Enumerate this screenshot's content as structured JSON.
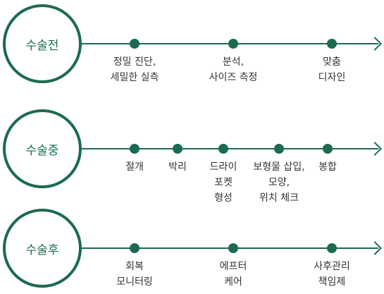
{
  "rows": [
    {
      "title": "수술전",
      "steps": [
        [
          "정밀 진단,",
          "세밀한 실측"
        ],
        [
          "분석,",
          "사이즈 측정"
        ],
        [
          "맞춤",
          "디자인"
        ]
      ]
    },
    {
      "title": "수술중",
      "steps": [
        [
          "절개"
        ],
        [
          "박리"
        ],
        [
          "드라이",
          "포켓",
          "형성"
        ],
        [
          "보형물 삽입,",
          "모양,",
          "위치 체크"
        ],
        [
          "봉합"
        ]
      ]
    },
    {
      "title": "수술후",
      "steps": [
        [
          "회복",
          "모니터링"
        ],
        [
          "에프터",
          "케어"
        ],
        [
          "사후관리",
          "책임제"
        ]
      ]
    }
  ],
  "colors": {
    "accent": "#1c6b4e",
    "text": "#333333"
  }
}
